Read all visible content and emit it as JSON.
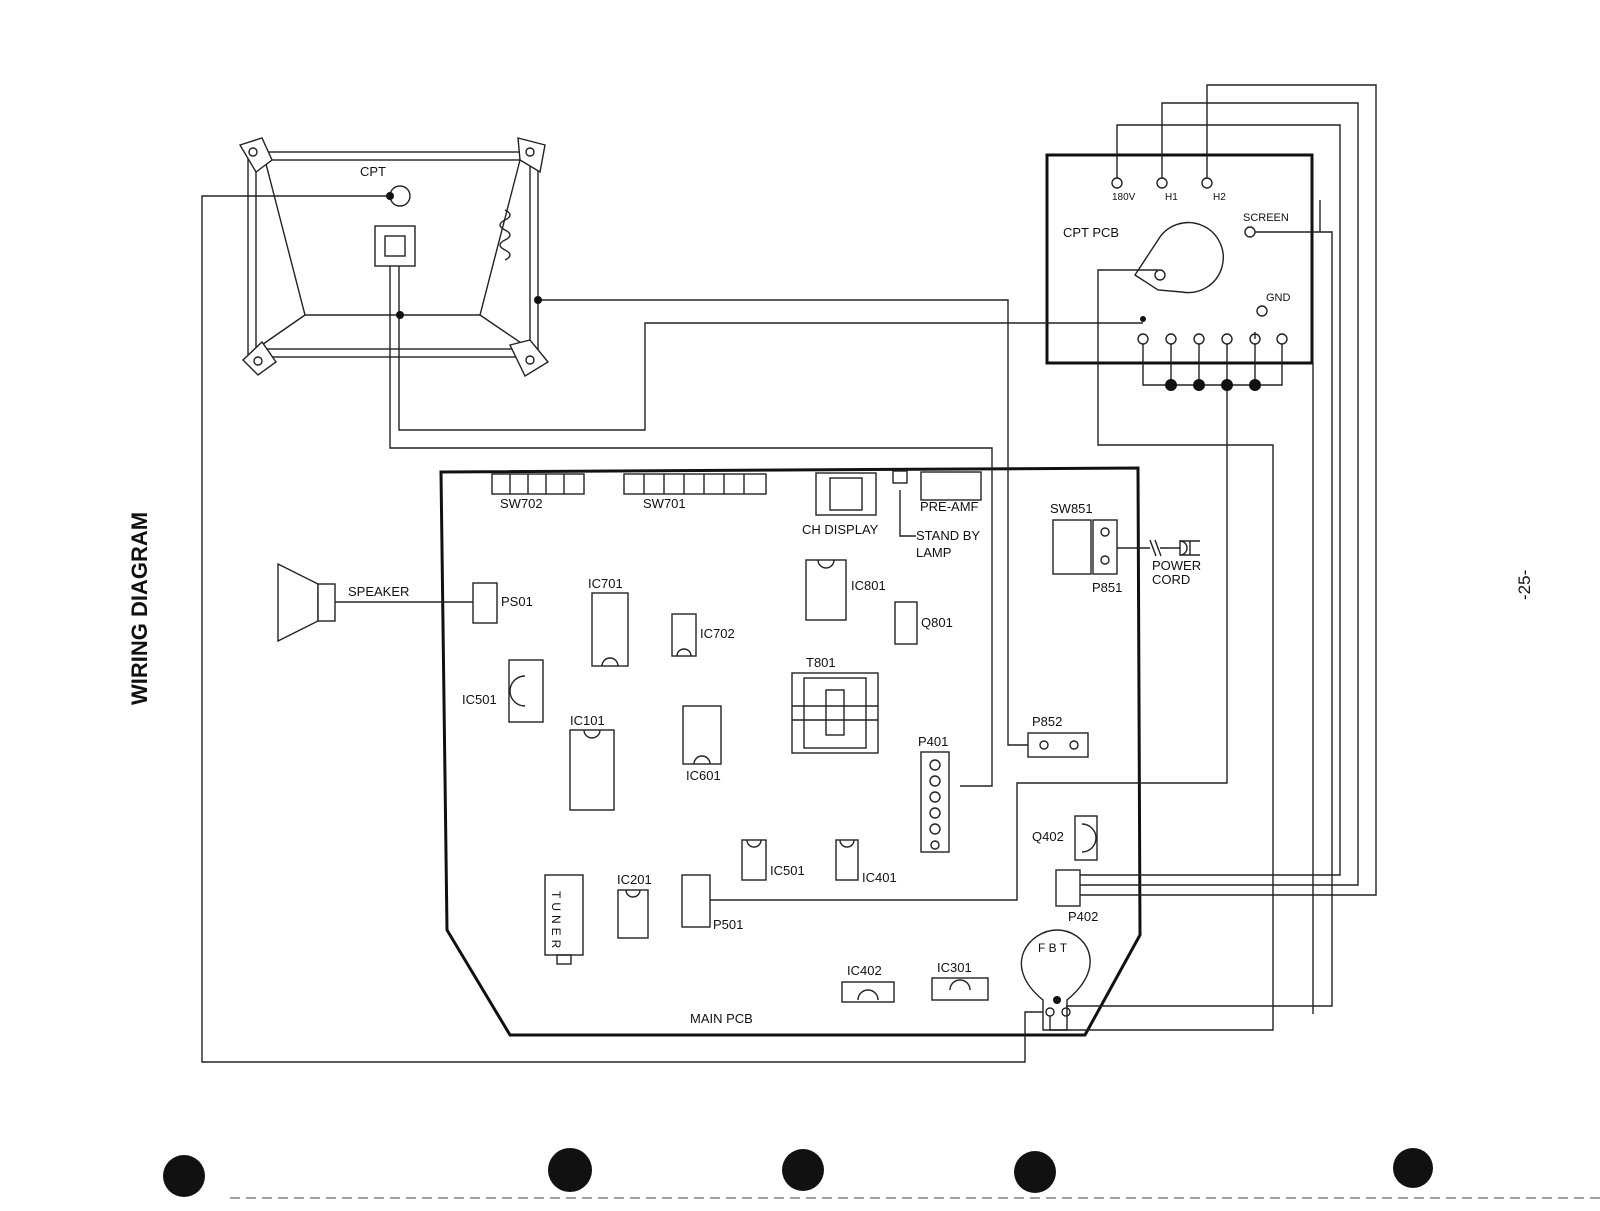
{
  "page": {
    "title": "WIRING DIAGRAM",
    "page_number": "-25-"
  },
  "crt": {
    "label": "CPT"
  },
  "cpt_pcb": {
    "title": "CPT PCB",
    "pins": {
      "v180": "180V",
      "h1": "H1",
      "h2": "H2",
      "screen": "SCREEN",
      "gnd": "GND"
    }
  },
  "main_pcb": {
    "title": "MAIN PCB",
    "labels": {
      "sw702": "SW702",
      "sw701": "SW701",
      "ch_display": "CH DISPLAY",
      "pre_amf": "PRE-AMF",
      "stand_by": "STAND BY",
      "lamp": "LAMP",
      "ic701": "IC701",
      "ic702": "IC702",
      "ic801": "IC801",
      "q801": "Q801",
      "t801": "T801",
      "ic501_left": "IC501",
      "ic101": "IC101",
      "ic601": "IC601",
      "p401": "P401",
      "p501": "P501",
      "ic501": "IC501",
      "ic401": "IC401",
      "ic201": "IC201",
      "tuner": "TUNER",
      "ic402": "IC402",
      "ic301": "IC301",
      "ps01": "PS01"
    }
  },
  "external": {
    "speaker": "SPEAKER",
    "sw851": "SW851",
    "p851": "P851",
    "power": "POWER",
    "cord": "CORD",
    "p852": "P852",
    "q402": "Q402",
    "p402": "P402",
    "fbt": "F B T"
  }
}
